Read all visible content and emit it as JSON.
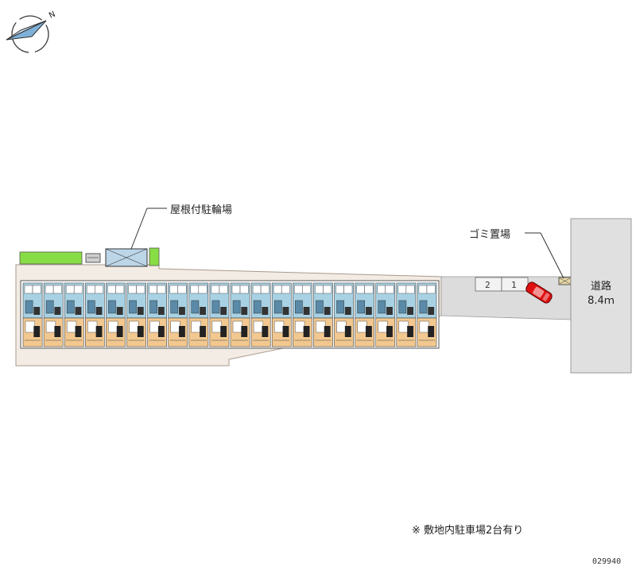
{
  "compass": {
    "north_letter": "N",
    "icon": "compass-icon"
  },
  "labels": {
    "bike_parking": "屋根付駐輪場",
    "garbage": "ゴミ置場",
    "road_name": "道路",
    "road_width": "8.4ｍ",
    "parking_note": "※ 敷地内駐車場2台有り",
    "property_code": "029940"
  },
  "parking": {
    "spaces": [
      "2",
      "1"
    ],
    "car_icon": "car-icon",
    "car_color": "#e01010"
  },
  "building": {
    "unit_count": 20
  },
  "colors": {
    "lot": "#f3ece4",
    "parking_area": "#dcdcdc",
    "road": "#e0e0e0",
    "grass": "#88dd44",
    "unit_top": "#a8d2e4",
    "unit_bottom": "#f2c890"
  }
}
